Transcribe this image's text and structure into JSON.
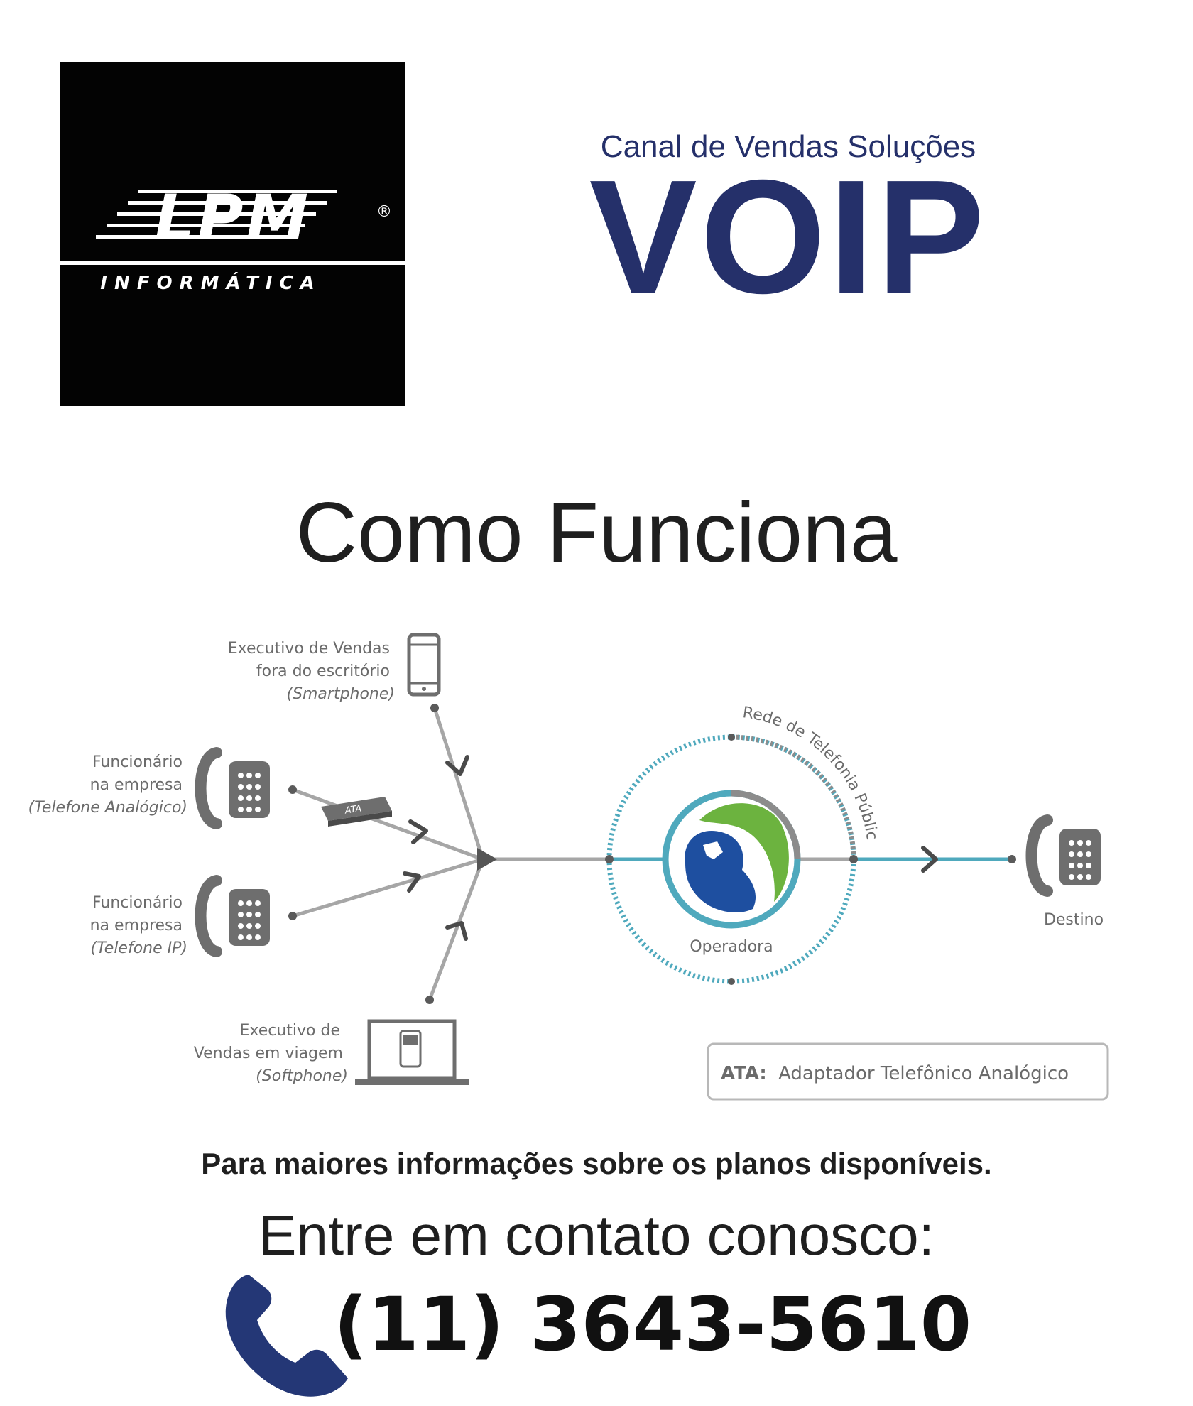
{
  "logo": {
    "wordmark": "LPM",
    "tagline": "INFORMÁTICA",
    "registered_mark": "®"
  },
  "header": {
    "subtitle": "Canal de Vendas Soluções",
    "brand": "VOIP"
  },
  "section_title": "Como Funciona",
  "diagram": {
    "smartphone_label": [
      "Executivo de Vendas",
      "fora do escritório",
      "(Smartphone)"
    ],
    "analog_label": [
      "Funcionário",
      "na empresa",
      "(Telefone Analógico)"
    ],
    "ata_device": "ATA",
    "ip_label": [
      "Funcionário",
      "na empresa",
      "(Telefone IP)"
    ],
    "softphone_label": [
      "Executivo de",
      "Vendas em viagem",
      "(Softphone)"
    ],
    "network_label": "Rede de Telefonia Pública",
    "operator_label": "Operadora",
    "destination_label": "Destino",
    "legend_key": "ATA:",
    "legend_text": "Adaptador Telefônico Analógico",
    "colors": {
      "line": "#a6a6a6",
      "teal": "#4fa9bd",
      "globe_blue": "#1e4fa0",
      "globe_green": "#6cb33f",
      "icon": "#6e6e6e"
    }
  },
  "footer": {
    "info": "Para maiores informações sobre os planos disponíveis.",
    "cta": "Entre em contato conosco:",
    "phone": "(11) 3643-5610",
    "phone_icon_color": "#243776"
  }
}
